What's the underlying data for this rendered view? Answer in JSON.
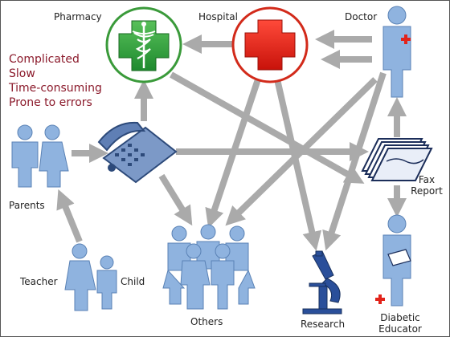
{
  "labels": {
    "pharmacy": "Pharmacy",
    "hospital": "Hospital",
    "doctor": "Doctor",
    "parents": "Parents",
    "teacher": "Teacher",
    "child": "Child",
    "others": "Others",
    "research": "Research",
    "fax_line1": "Fax",
    "fax_line2": "Report",
    "educator_line1": "Diabetic",
    "educator_line2": "Educator"
  },
  "problems": [
    "Complicated",
    "Slow",
    "Time-consuming",
    "Prone to errors"
  ],
  "colors": {
    "person": "#8fb3df",
    "person_stroke": "#5a82b5",
    "arrow": "#aaaaaa",
    "pharmacy_green": "#2e9a3e",
    "pharmacy_ring": "#3a9a3a",
    "hospital_red": "#e2231a",
    "hospital_ring": "#d22a1a",
    "problems_text": "#8b1a2b"
  },
  "icons": {
    "pharmacy": "green-cross-caduceus-icon",
    "hospital": "red-cross-icon",
    "phone": "telephone-icon",
    "fax": "fax-report-paper-icon",
    "research": "microscope-icon"
  }
}
